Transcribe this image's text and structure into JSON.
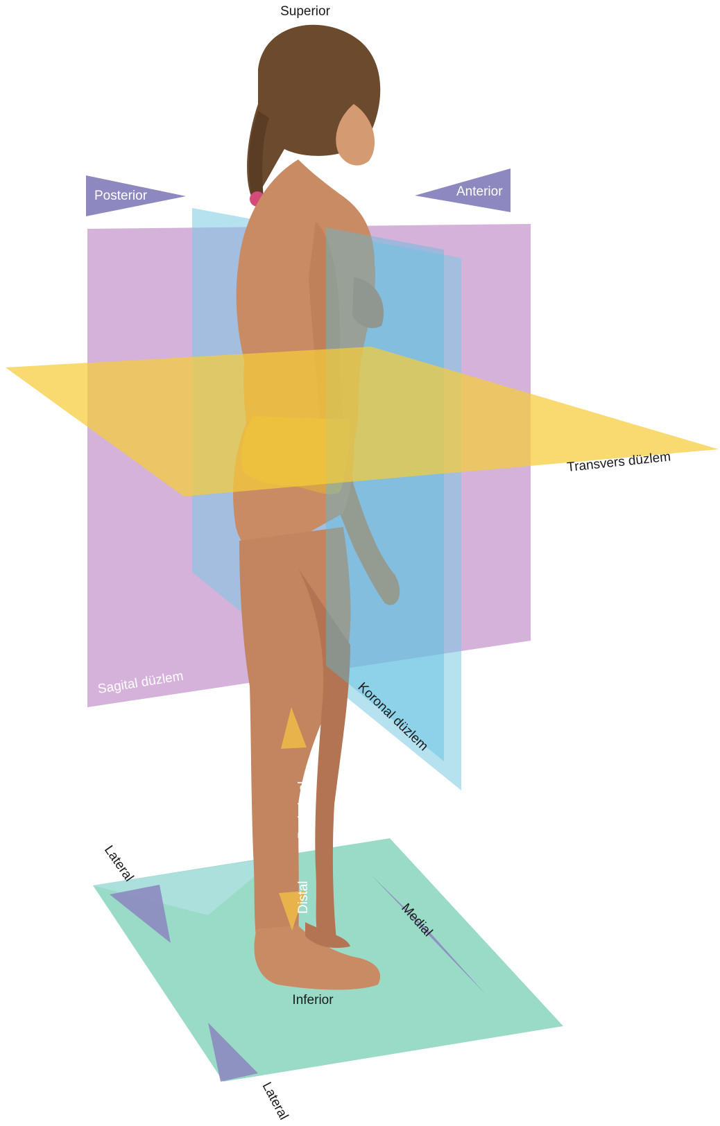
{
  "directions": {
    "superior": "Superior",
    "inferior": "Inferior",
    "posterior": "Posterior",
    "anterior": "Anterior",
    "proximal": "Proksimal",
    "distal": "Distal",
    "medial": "Medial",
    "lateral_top": "Lateral",
    "lateral_bottom": "Lateral"
  },
  "planes": {
    "transverse": "Transvers düzlem",
    "sagittal": "Sagital düzlem",
    "coronal": "Koronal düzlem"
  },
  "colors": {
    "sagittal_plane": "#c99cd0",
    "coronal_plane": "#7ac8e2",
    "transverse_plane": "#f5cc3a",
    "floor_plane": "#78cfb6",
    "direction_arrow": "#8d89c0",
    "proximal_distal_arrow": "#e8b34a",
    "skin": "#c98b63",
    "hair": "#6b4a2e"
  },
  "icons": {
    "figure": "standing-woman-side-view"
  }
}
